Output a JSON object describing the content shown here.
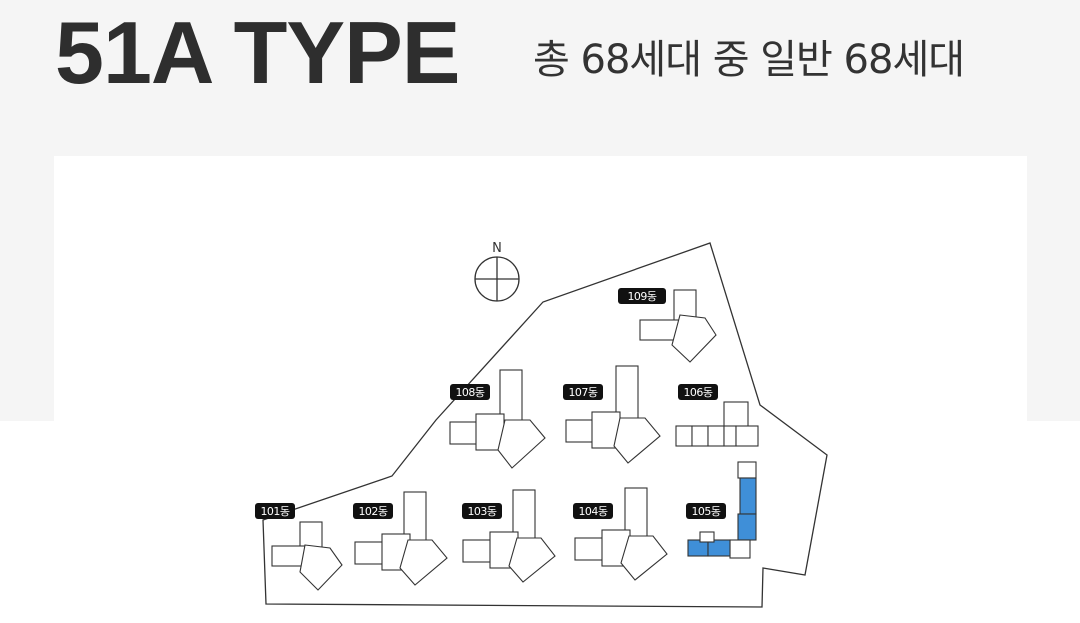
{
  "header": {
    "title": "51A TYPE",
    "subtitle": "총 68세대 중 일반 68세대"
  },
  "compass": {
    "label": "N"
  },
  "buildings": [
    {
      "id": "101",
      "label": "101동",
      "highlighted": false
    },
    {
      "id": "102",
      "label": "102동",
      "highlighted": false
    },
    {
      "id": "103",
      "label": "103동",
      "highlighted": false
    },
    {
      "id": "104",
      "label": "104동",
      "highlighted": false
    },
    {
      "id": "105",
      "label": "105동",
      "highlighted": true
    },
    {
      "id": "106",
      "label": "106동",
      "highlighted": false
    },
    {
      "id": "107",
      "label": "107동",
      "highlighted": false
    },
    {
      "id": "108",
      "label": "108동",
      "highlighted": false
    },
    {
      "id": "109",
      "label": "109동",
      "highlighted": false
    }
  ],
  "colors": {
    "highlight": "#3f8fd8",
    "label_bg": "#111111",
    "header_bg": "#f5f5f5"
  }
}
